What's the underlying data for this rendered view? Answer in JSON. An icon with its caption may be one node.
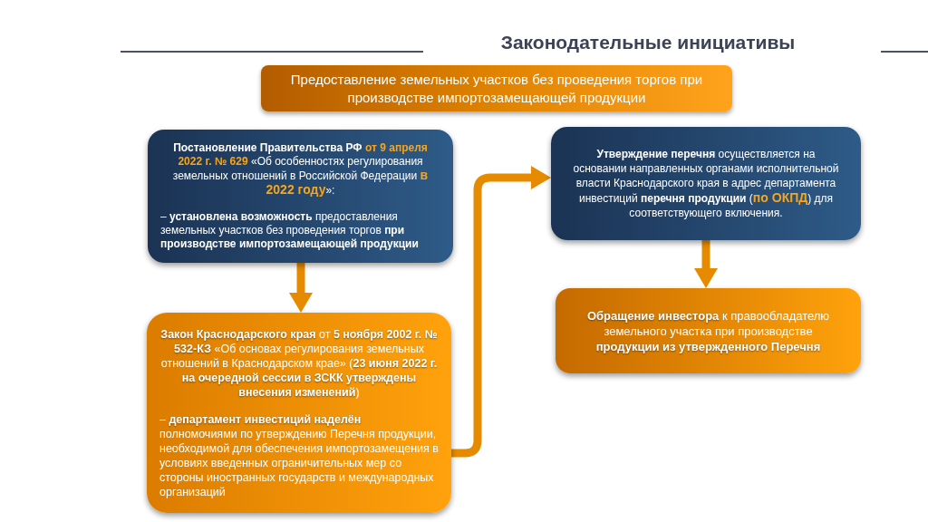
{
  "diagram": {
    "title": "Законодательные инициативы",
    "nodes": [
      {
        "text": [
          "Предоставление земельных участков без проведения торгов при производстве импортозамещающей продукции"
        ]
      },
      {
        "text": [
          "**Постановление Правительства РФ** **от 9 апреля 2022 г. № 629** «Об особенностях регулирования земельных отношений в Российской Федерации **в 2022 году**»:",
          "– **установлена возможность** предоставления земельных участков без проведения торгов **при производстве импортозамещающей продукции**"
        ]
      },
      {
        "text": [
          "**Закон Краснодарского края** от **5 ноября 2002 г. № 532-КЗ** «Об основах регулирования земельных отношений в Краснодарском крае» (**23 июня 2022 г. на очередной сессии в ЗСКК утверждены внесения изменений**)",
          "– **департамент инвестиций наделён** полномочиями по утверждению Перечня продукции, необходимой для обеспечения импортозамещения в условиях введенных ограничительных мер со стороны иностранных государств и международных организаций"
        ]
      },
      {
        "text": [
          "**Утверждение перечня** осуществляется на основании направленных органами исполнительной власти Краснодарского края в адрес департамента инвестиций **перечня продукции** (**по ОКПД**) для соответствующего включения."
        ]
      },
      {
        "text": [
          "**Обращение инвестора** к правообладателю земельного участка при производстве **продукции из утвержденного Перечня**"
        ]
      }
    ],
    "edges": [
      {
        "from": 1,
        "to": 2,
        "arrow": "to"
      },
      {
        "from": 2,
        "to": 3,
        "arrow": "to"
      },
      {
        "from": 3,
        "to": 4,
        "arrow": "to"
      }
    ]
  }
}
